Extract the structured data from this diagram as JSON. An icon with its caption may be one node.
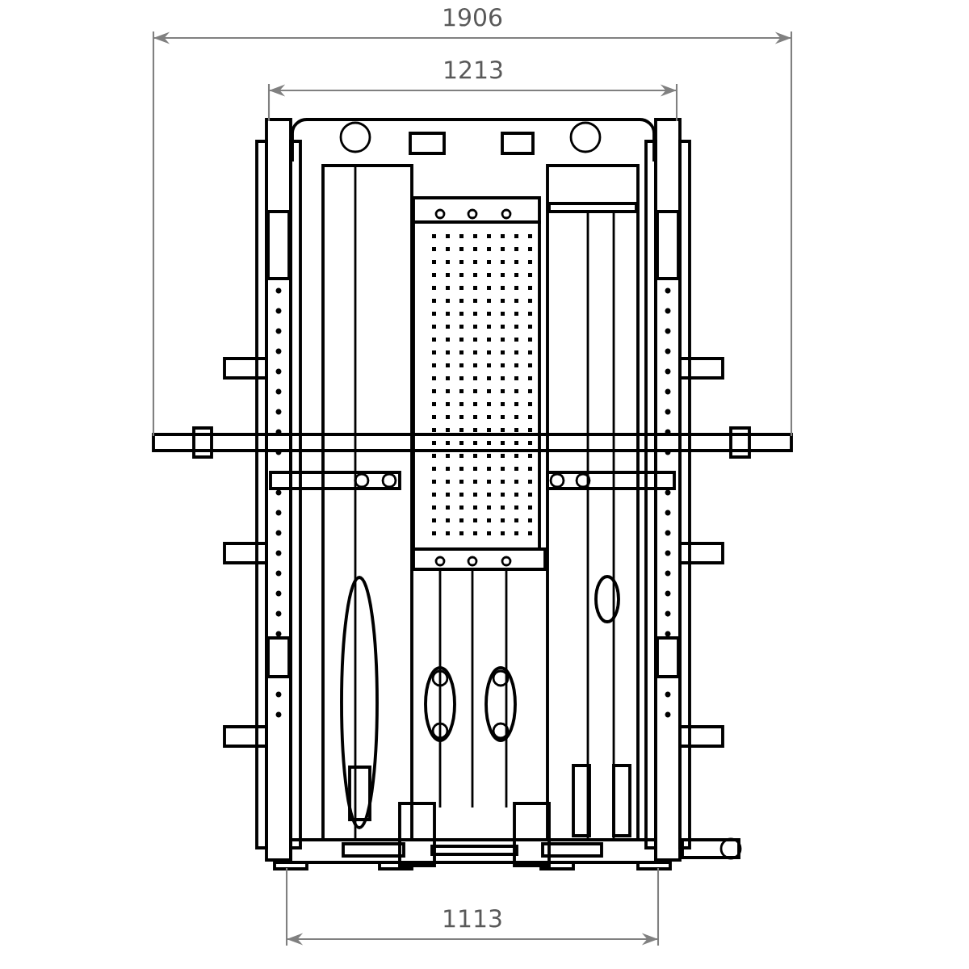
{
  "diagram": {
    "labels": [
      "1906",
      "1213",
      "1113"
    ]
  }
}
